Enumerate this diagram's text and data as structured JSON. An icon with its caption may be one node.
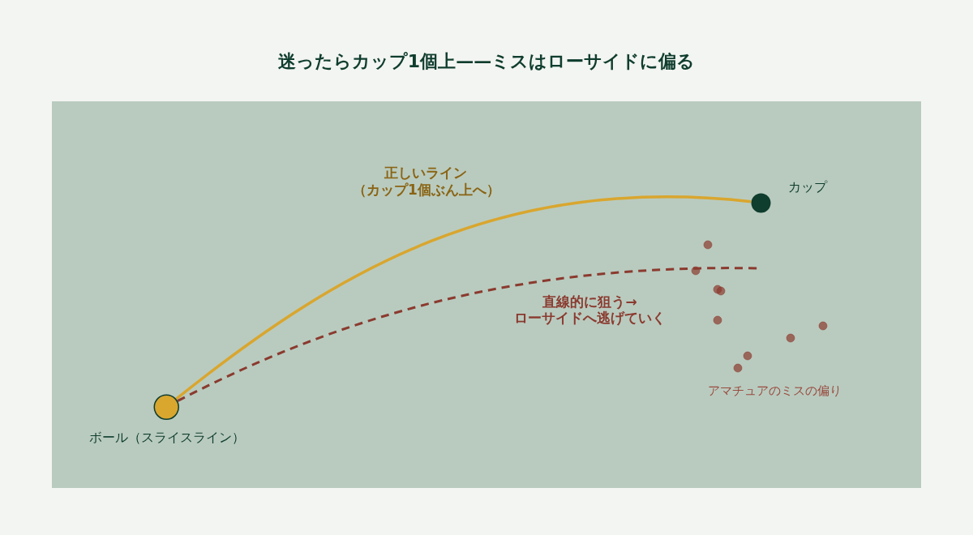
{
  "diagram": {
    "title": "迷ったらカップ1個上——ミスはローサイドに偏る",
    "nodes": [
      {
        "text": [],
        "shape": "circle",
        "beside": [
          "ボール（スライスライン）"
        ]
      },
      {
        "text": [],
        "shape": "circle",
        "beside": [
          "カップ"
        ]
      }
    ],
    "edges": [
      {
        "from": 0,
        "to": 1,
        "arrow": "none",
        "label": "正しいライン（カップ1個ぶん上へ）",
        "color": "#d9a62e"
      },
      {
        "from": 0,
        "to": null,
        "arrow": "none",
        "label": "直線的に狙う→ ローサイドへ逃げていく",
        "style": "dashed",
        "color": "#8b3a2f"
      }
    ],
    "labels": [
      "アマチュアのミスの偏り"
    ]
  }
}
